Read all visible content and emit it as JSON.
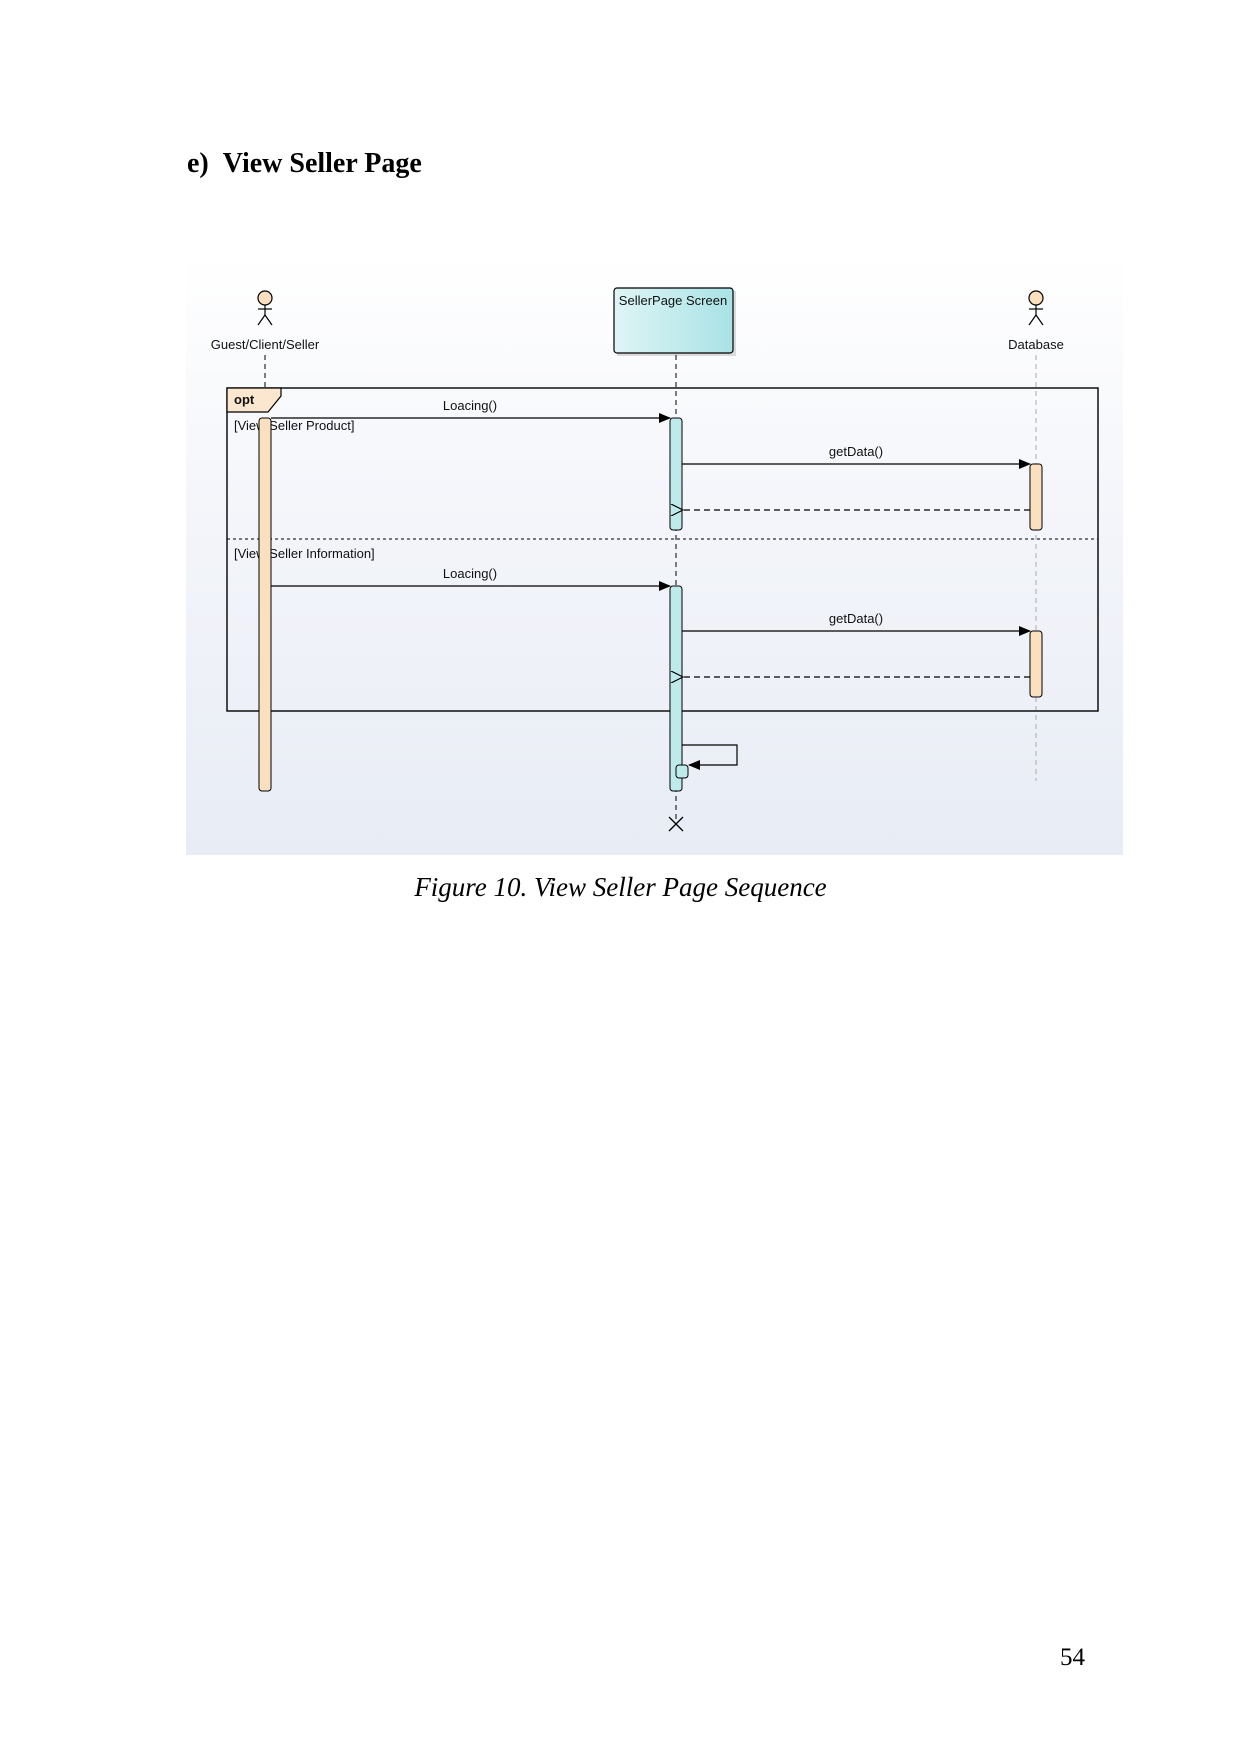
{
  "section": {
    "number": "e)",
    "title": "View Seller Page"
  },
  "diagram": {
    "lifelines": {
      "actor": "Guest/Client/Seller",
      "screen": "SellerPage Screen",
      "database": "Database"
    },
    "fragment": {
      "operator": "opt",
      "guard_1": "[View Seller Product]",
      "guard_2": "[View Seller Information]"
    },
    "messages": {
      "loading_1": "Loacing()",
      "getdata_1": "getData()",
      "loading_2": "Loacing()",
      "getdata_2": "getData()"
    },
    "colors": {
      "actor_activation": "#fbe0c0",
      "screen_fill": "#bfeaec",
      "line": "#000000"
    }
  },
  "caption": "Figure 10. View Seller Page Sequence",
  "page_number": "54"
}
